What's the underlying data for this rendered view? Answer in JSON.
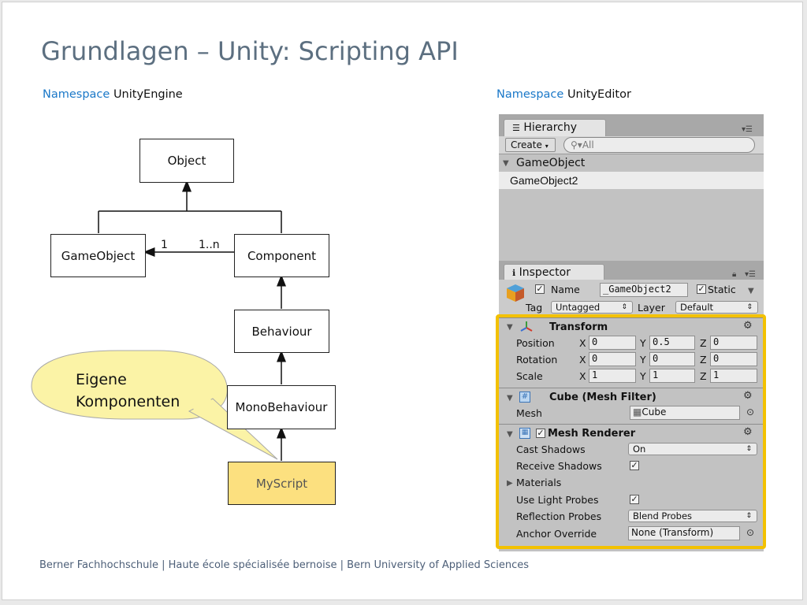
{
  "slide": {
    "title": "Grundlagen – Unity: Scripting API",
    "footer": "Berner Fachhochschule | Haute école spécialisée bernoise | Bern University of Applied Sciences"
  },
  "left": {
    "ns_prefix": "Namespace",
    "ns_name": "UnityEngine",
    "uml": {
      "object": "Object",
      "gameobject": "GameObject",
      "component": "Component",
      "behaviour": "Behaviour",
      "monobehaviour": "MonoBehaviour",
      "myscript": "MyScript",
      "mult_one": "1",
      "mult_many": "1..n"
    },
    "bubble_line1": "Eigene",
    "bubble_line2": "Komponenten"
  },
  "right": {
    "ns_prefix": "Namespace",
    "ns_name": "UnityEditor",
    "hierarchy": {
      "tab": "Hierarchy",
      "create": "Create",
      "search": "All",
      "scene_item": "GameObject",
      "selected_item": "GameObject2"
    },
    "inspector": {
      "tab": "Inspector",
      "name_label": "Name",
      "name_value": "_GameObject2",
      "static_label": "Static",
      "tag_label": "Tag",
      "tag_value": "Untagged",
      "layer_label": "Layer",
      "layer_value": "Default",
      "transform": {
        "title": "Transform",
        "position_label": "Position",
        "rotation_label": "Rotation",
        "scale_label": "Scale",
        "x": "X",
        "y": "Y",
        "z": "Z",
        "position": [
          "0",
          "0.5",
          "0"
        ],
        "rotation": [
          "0",
          "0",
          "0"
        ],
        "scale": [
          "1",
          "1",
          "1"
        ]
      },
      "mesh_filter": {
        "title": "Cube (Mesh Filter)",
        "mesh_label": "Mesh",
        "mesh_value": "Cube"
      },
      "mesh_renderer": {
        "title": "Mesh Renderer",
        "cast_shadows_label": "Cast Shadows",
        "cast_shadows_value": "On",
        "receive_shadows_label": "Receive Shadows",
        "materials_label": "Materials",
        "light_probes_label": "Use Light Probes",
        "reflection_probes_label": "Reflection Probes",
        "reflection_probes_value": "Blend Probes",
        "anchor_override_label": "Anchor Override",
        "anchor_override_value": "None (Transform)"
      }
    }
  },
  "colors": {
    "title": "#5c6f80",
    "namespace": "#1a78c8",
    "highlight": "#f3c100",
    "bubble": "#fbf3a6",
    "myscript": "#fce07f"
  }
}
